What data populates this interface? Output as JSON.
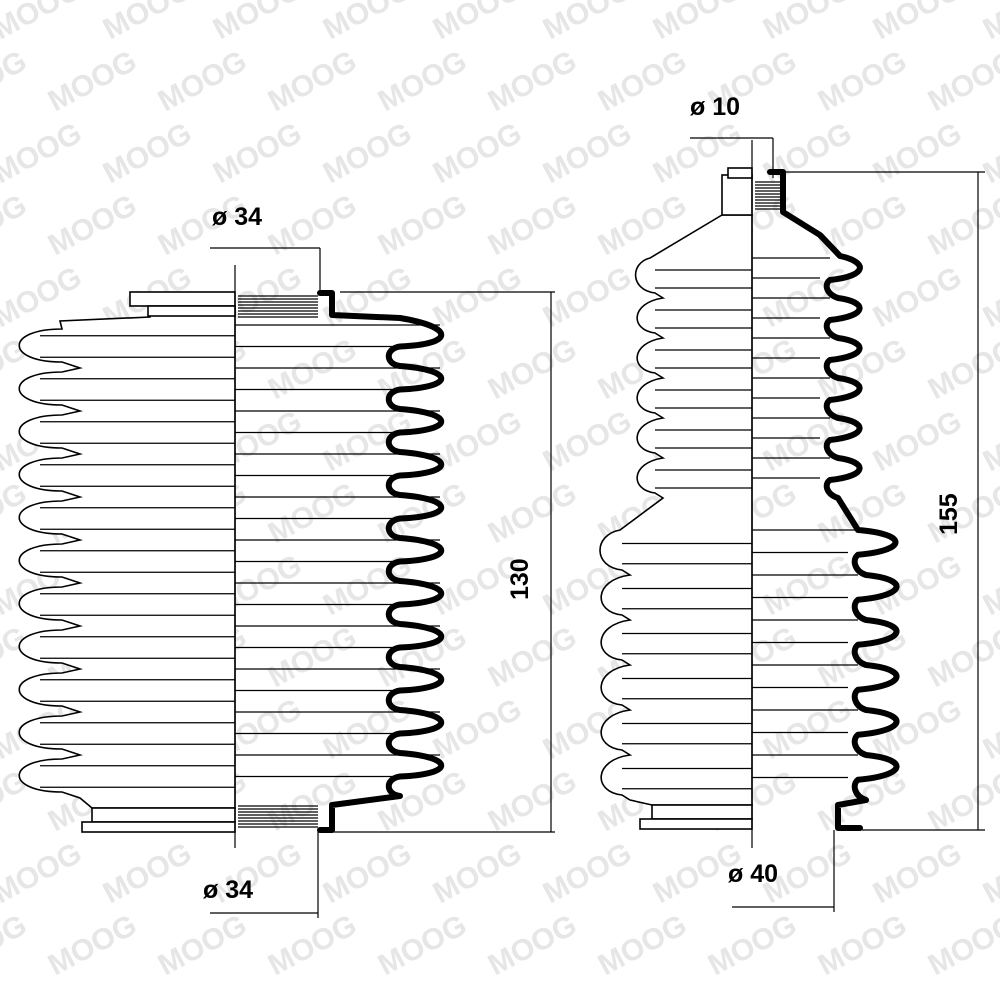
{
  "watermark": {
    "text": "MOOG"
  },
  "boots": [
    {
      "top_diameter": "ø 34",
      "bottom_diameter": "ø 34",
      "height": "130"
    },
    {
      "top_diameter": "ø 10",
      "bottom_diameter": "ø 40",
      "height": "155"
    }
  ],
  "colors": {
    "line": "#000000",
    "watermark": "#e6e6e6",
    "background": "#ffffff"
  }
}
